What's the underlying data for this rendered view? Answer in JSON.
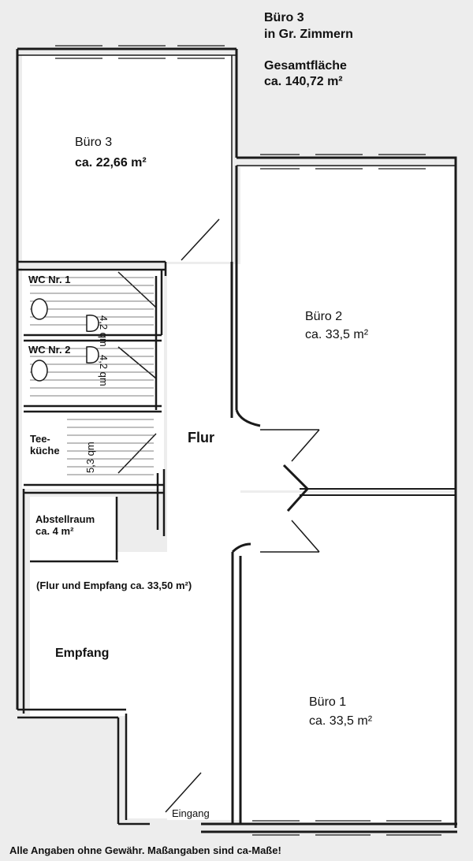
{
  "header": {
    "title_line1": "Büro 3",
    "title_line2": "in Gr. Zimmern",
    "total_label": "Gesamtfläche",
    "total_value": "ca. 140,72 m²"
  },
  "rooms": {
    "buero3": {
      "name": "Büro 3",
      "area": "ca. 22,66 m²"
    },
    "buero2": {
      "name": "Büro 2",
      "area": "ca. 33,5 m²"
    },
    "buero1": {
      "name": "Büro 1",
      "area": "ca. 33,5 m²"
    },
    "wc1": {
      "name": "WC Nr. 1",
      "area": "4,2 qm"
    },
    "wc2": {
      "name": "WC Nr. 2",
      "area": "4,2 qm"
    },
    "teekueche": {
      "name_line1": "Tee-",
      "name_line2": "küche",
      "area": "5,3 qm"
    },
    "abstellraum": {
      "name": "Abstellraum",
      "area": "ca. 4 m²"
    },
    "flur": {
      "name": "Flur"
    },
    "flur_empfang_note": "(Flur und Empfang ca. 33,50 m²)",
    "empfang": {
      "name": "Empfang"
    },
    "eingang": {
      "name": "Eingang"
    }
  },
  "footer": {
    "disclaimer": "Alle Angaben ohne Gewähr. Maßangaben sind ca-Maße!"
  },
  "colors": {
    "background": "#ededed",
    "room_fill": "#ffffff",
    "wall": "#1a1a1a"
  }
}
